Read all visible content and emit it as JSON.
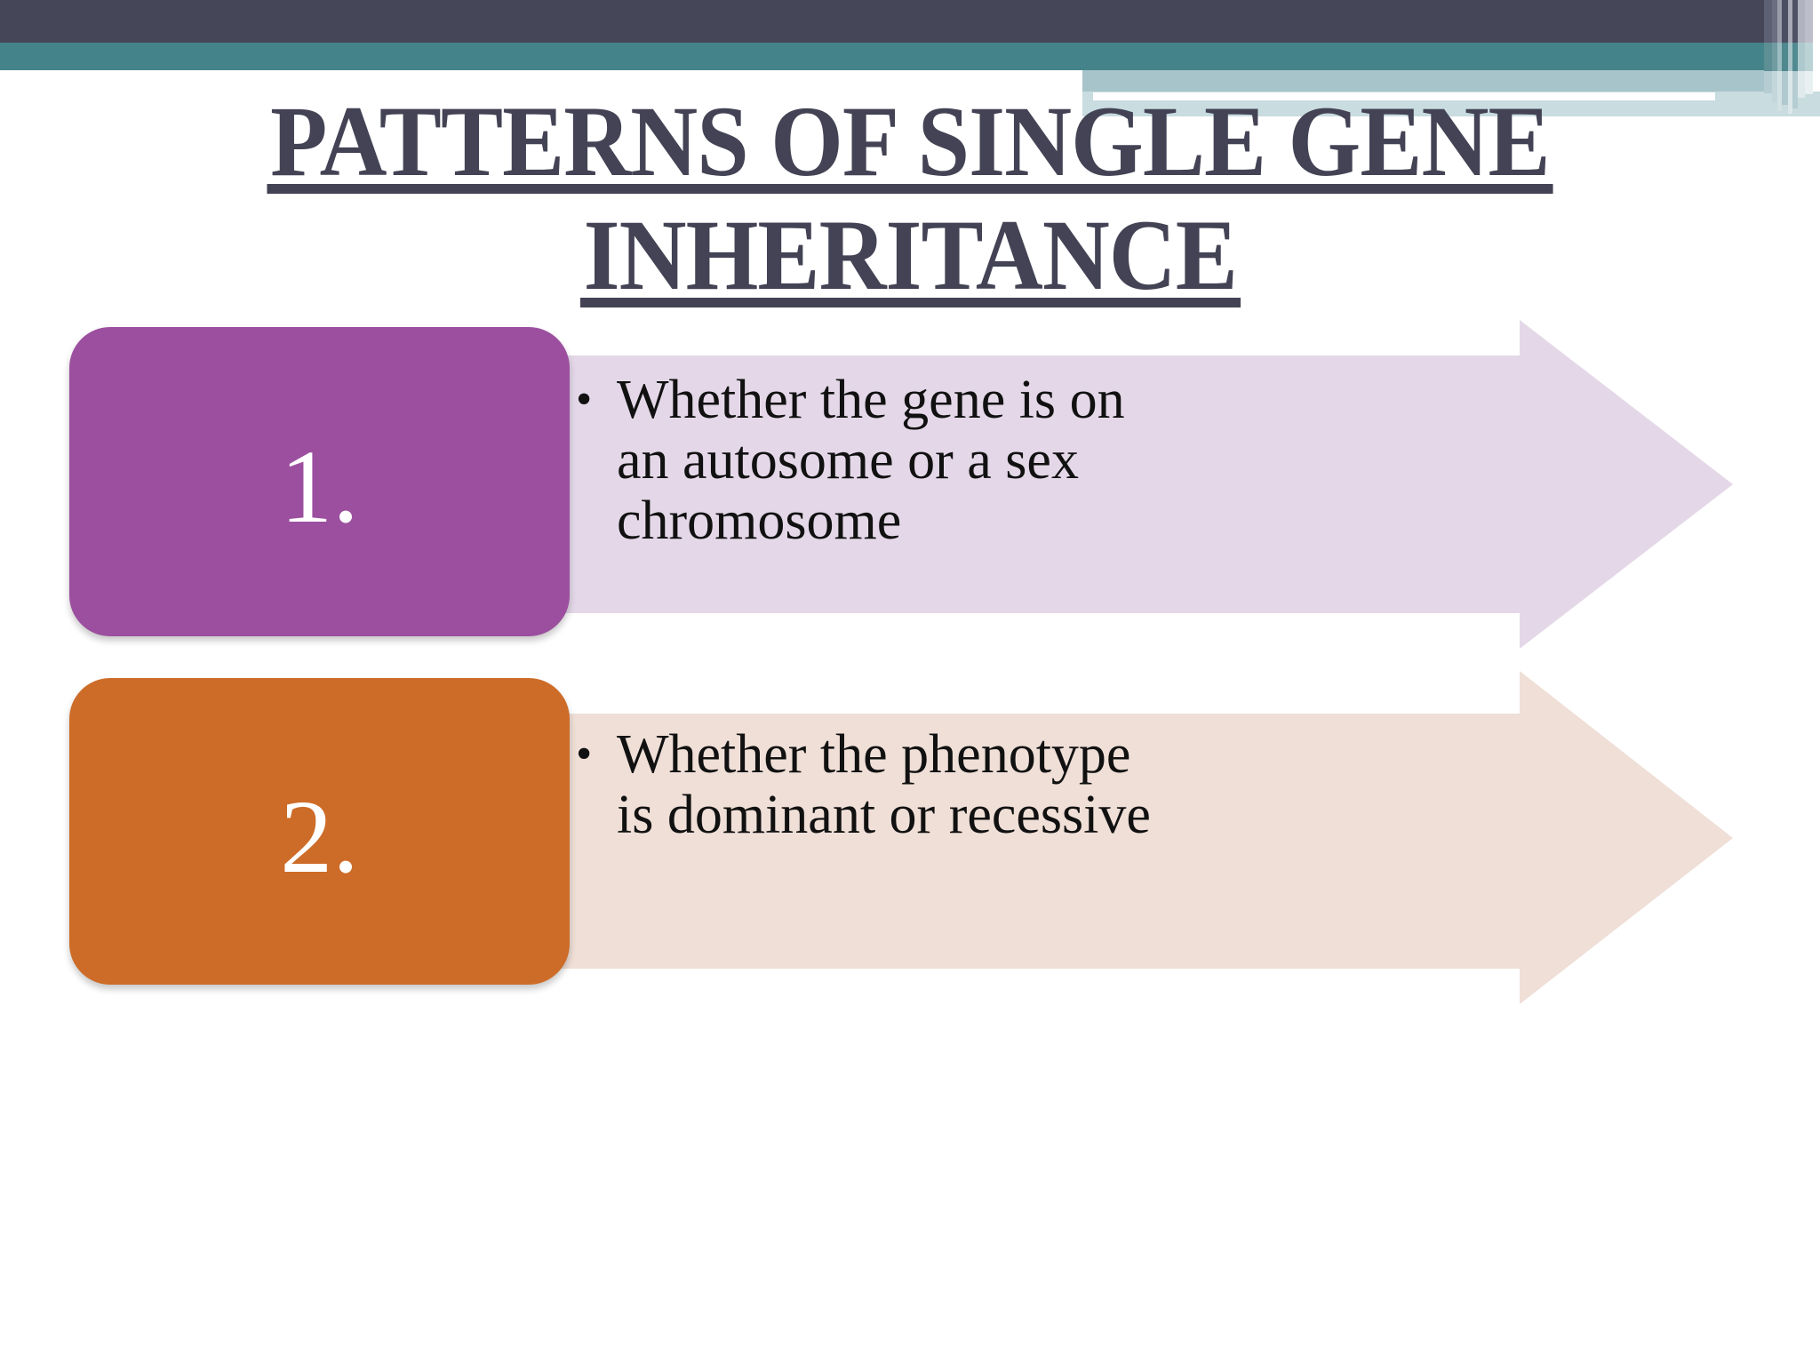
{
  "slide": {
    "title_line1": "PATTERNS OF SINGLE GENE",
    "title_line2": "INHERITANCE"
  },
  "colors": {
    "banner_dark": "#454658",
    "banner_teal": "#45838a",
    "banner_light_blue": "#a8c4cb",
    "title_text": "#434355",
    "box1_fill": "#9c4f9f",
    "box2_fill": "#cd6c28",
    "callout1_fill": "#e4d8e8",
    "callout2_fill": "#efdfd7",
    "body_text": "#111111"
  },
  "items": [
    {
      "number": "1.",
      "bullet": "•",
      "text": "Whether the gene is on an autosome or a sex chromosome"
    },
    {
      "number": "2.",
      "bullet": "•",
      "text": "Whether the phenotype is dominant or recessive"
    }
  ]
}
